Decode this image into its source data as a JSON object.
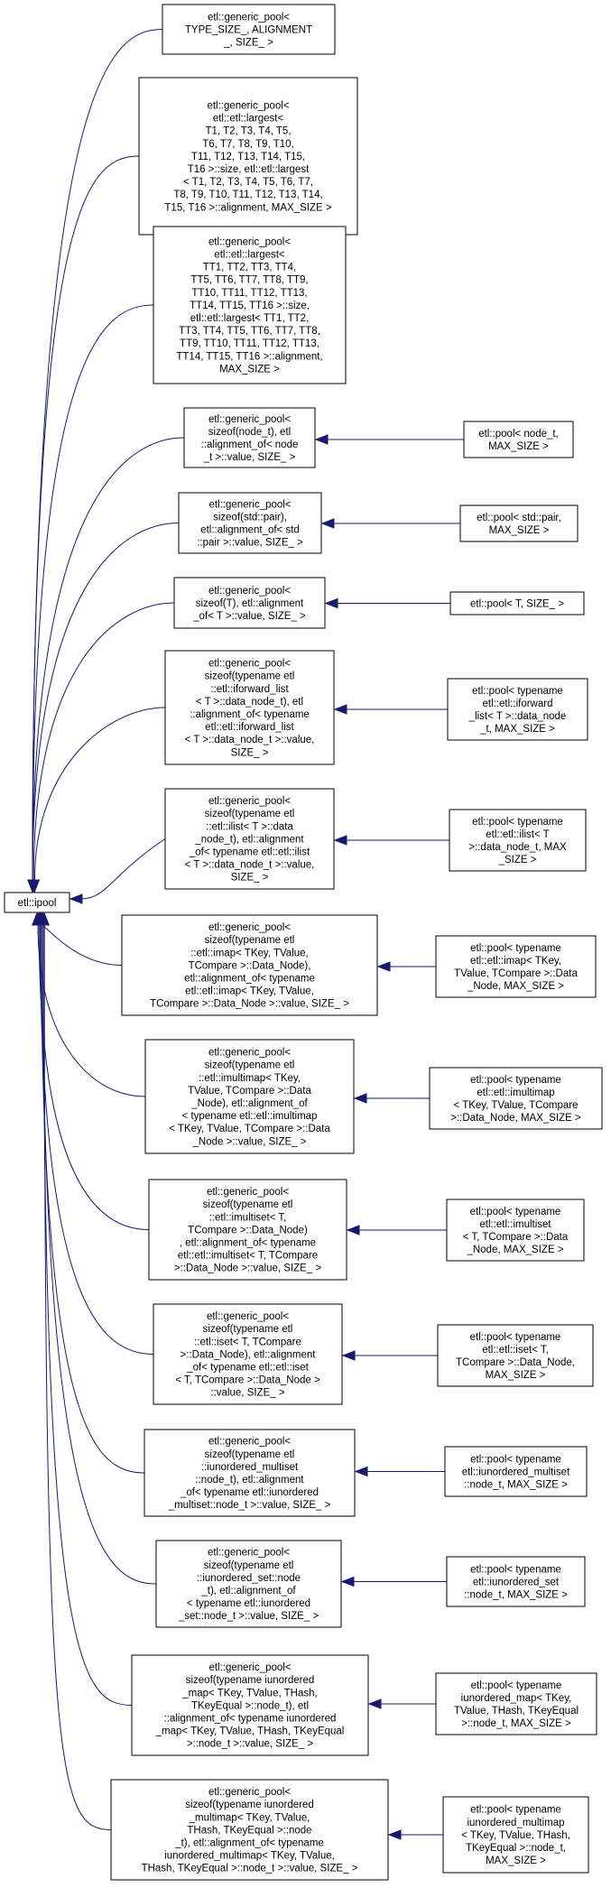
{
  "colors": {
    "edge": "#191970",
    "node_border": "#000000",
    "background": "#ffffff"
  },
  "base": {
    "label": [
      "etl::ipool"
    ]
  },
  "nodes": [
    {
      "id": "gp-type-size",
      "label": [
        "etl::generic_pool<",
        "TYPE_SIZE_, ALIGNMENT",
        "_, SIZE_ >"
      ]
    },
    {
      "id": "gp-largest-t",
      "label": [
        "etl::generic_pool<",
        "etl::etl::largest<",
        "T1, T2, T3, T4, T5,",
        "T6, T7, T8, T9, T10,",
        "T11, T12, T13, T14, T15,",
        "T16 >::size, etl::etl::largest",
        "< T1, T2, T3, T4, T5, T6, T7,",
        "T8, T9, T10, T11, T12, T13, T14,",
        "T15, T16 >::alignment, MAX_SIZE >"
      ]
    },
    {
      "id": "gp-largest-tt",
      "label": [
        "etl::generic_pool<",
        "etl::etl::largest<",
        "TT1, TT2, TT3, TT4,",
        "TT5, TT6, TT7, TT8, TT9,",
        "TT10, TT11, TT12, TT13,",
        "TT14, TT15, TT16 >::size,",
        "etl::etl::largest< TT1, TT2,",
        "TT3, TT4, TT5, TT6, TT7, TT8,",
        "TT9, TT10, TT11, TT12, TT13,",
        "TT14, TT15, TT16 >::alignment,",
        "MAX_SIZE >"
      ]
    },
    {
      "id": "gp-node-t",
      "label": [
        "etl::generic_pool<",
        "sizeof(node_t), etl",
        "::alignment_of< node",
        "_t >::value, SIZE_ >"
      ],
      "derived": [
        "etl::pool< node_t,",
        "MAX_SIZE >"
      ]
    },
    {
      "id": "gp-std-pair",
      "label": [
        "etl::generic_pool<",
        "sizeof(std::pair),",
        "etl::alignment_of< std",
        "::pair >::value, SIZE_ >"
      ],
      "derived": [
        "etl::pool< std::pair,",
        "MAX_SIZE >"
      ]
    },
    {
      "id": "gp-t",
      "label": [
        "etl::generic_pool<",
        "sizeof(T), etl::alignment",
        "_of< T >::value, SIZE_ >"
      ],
      "derived": [
        "etl::pool< T, SIZE_ >"
      ]
    },
    {
      "id": "gp-iforward-list",
      "label": [
        "etl::generic_pool<",
        "sizeof(typename etl",
        "::etl::iforward_list",
        "< T >::data_node_t), etl",
        "::alignment_of< typename",
        "etl::etl::iforward_list",
        "< T >::data_node_t >::value,",
        "SIZE_ >"
      ],
      "derived": [
        "etl::pool< typename",
        "etl::etl::iforward",
        "_list< T >::data_node",
        "_t, MAX_SIZE >"
      ]
    },
    {
      "id": "gp-ilist",
      "label": [
        "etl::generic_pool<",
        "sizeof(typename etl",
        "::etl::ilist< T >::data",
        "_node_t), etl::alignment",
        "_of< typename etl::etl::ilist",
        "< T >::data_node_t >::value,",
        "SIZE_ >"
      ],
      "derived": [
        "etl::pool< typename",
        "etl::etl::ilist< T",
        ">::data_node_t, MAX",
        "_SIZE >"
      ]
    },
    {
      "id": "gp-imap",
      "label": [
        "etl::generic_pool<",
        "sizeof(typename etl",
        "::etl::imap< TKey, TValue,",
        "TCompare >::Data_Node),",
        "etl::alignment_of< typename",
        "etl::etl::imap< TKey, TValue,",
        "TCompare >::Data_Node >::value, SIZE_ >"
      ],
      "derived": [
        "etl::pool< typename",
        "etl::etl::imap< TKey,",
        "TValue, TCompare >::Data",
        "_Node, MAX_SIZE >"
      ]
    },
    {
      "id": "gp-imultimap",
      "label": [
        "etl::generic_pool<",
        "sizeof(typename etl",
        "::etl::imultimap< TKey,",
        "TValue, TCompare >::Data",
        "_Node), etl::alignment_of",
        "< typename etl::etl::imultimap",
        "< TKey, TValue, TCompare >::Data",
        "_Node >::value, SIZE_ >"
      ],
      "derived": [
        "etl::pool< typename",
        "etl::etl::imultimap",
        "< TKey, TValue, TCompare",
        ">::Data_Node, MAX_SIZE >"
      ]
    },
    {
      "id": "gp-imultiset",
      "label": [
        "etl::generic_pool<",
        "sizeof(typename etl",
        "::etl::imultiset< T,",
        "TCompare >::Data_Node)",
        ", etl::alignment_of< typename",
        "etl::etl::imultiset< T, TCompare",
        ">::Data_Node >::value, SIZE_ >"
      ],
      "derived": [
        "etl::pool< typename",
        "etl::etl::imultiset",
        "< T, TCompare >::Data",
        "_Node, MAX_SIZE >"
      ]
    },
    {
      "id": "gp-iset",
      "label": [
        "etl::generic_pool<",
        "sizeof(typename etl",
        "::etl::iset< T, TCompare",
        ">::Data_Node), etl::alignment",
        "_of< typename etl::etl::iset",
        "< T, TCompare >::Data_Node >",
        "::value, SIZE_ >"
      ],
      "derived": [
        "etl::pool< typename",
        "etl::etl::iset< T,",
        "TCompare >::Data_Node,",
        "MAX_SIZE >"
      ]
    },
    {
      "id": "gp-iunordered-multiset",
      "label": [
        "etl::generic_pool<",
        "sizeof(typename etl",
        "::iunordered_multiset",
        "::node_t), etl::alignment",
        "_of< typename etl::iunordered",
        "_multiset::node_t >::value, SIZE_ >"
      ],
      "derived": [
        "etl::pool< typename",
        "etl::iunordered_multiset",
        "::node_t, MAX_SIZE >"
      ]
    },
    {
      "id": "gp-iunordered-set",
      "label": [
        "etl::generic_pool<",
        "sizeof(typename etl",
        "::iunordered_set::node",
        "_t), etl::alignment_of",
        "< typename etl::iunordered",
        "_set::node_t >::value, SIZE_ >"
      ],
      "derived": [
        "etl::pool< typename",
        "etl::iunordered_set",
        "::node_t, MAX_SIZE >"
      ]
    },
    {
      "id": "gp-iunordered-map",
      "label": [
        "etl::generic_pool<",
        "sizeof(typename iunordered",
        "_map< TKey, TValue, THash,",
        "TKeyEqual >::node_t), etl",
        "::alignment_of< typename iunordered",
        "_map< TKey, TValue, THash, TKeyEqual",
        ">::node_t >::value, SIZE_ >"
      ],
      "derived": [
        "etl::pool< typename",
        "iunordered_map< TKey,",
        "TValue, THash, TKeyEqual",
        ">::node_t, MAX_SIZE >"
      ]
    },
    {
      "id": "gp-iunordered-multimap",
      "label": [
        "etl::generic_pool<",
        "sizeof(typename iunordered",
        "_multimap< TKey, TValue,",
        "THash, TKeyEqual >::node",
        "_t), etl::alignment_of< typename",
        "iunordered_multimap< TKey, TValue,",
        "THash, TKeyEqual >::node_t >::value, SIZE_ >"
      ],
      "derived": [
        "etl::pool< typename",
        "iunordered_multimap",
        "< TKey, TValue, THash,",
        "TKeyEqual >::node_t,",
        "MAX_SIZE >"
      ]
    }
  ]
}
